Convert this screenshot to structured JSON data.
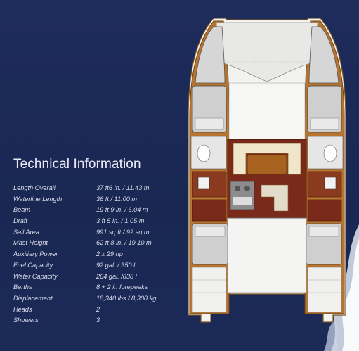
{
  "title": "Technical Information",
  "specs": [
    {
      "label": "Length Overall",
      "value": "37 ft6 in. / 11.43 m"
    },
    {
      "label": "Waterline Length",
      "value": "36 ft / 11.00 m"
    },
    {
      "label": "Beam",
      "value": "19 ft 9 in. / 6.04 m"
    },
    {
      "label": "Draft",
      "value": "3 ft 5 in. / 1.05 m"
    },
    {
      "label": "Sail Area",
      "value": "991 sq ft / 92 sq m"
    },
    {
      "label": "Mast Height",
      "value": "62 ft 8 in. / 19.10 m"
    },
    {
      "label": "Auxiliary Power",
      "value": "2 x 29 hp"
    },
    {
      "label": "Fuel Capacity",
      "value": "92 gal. / 350 l"
    },
    {
      "label": "Water Capacity",
      "value": "264 gal. /838 l"
    },
    {
      "label": "Berths",
      "value": "8 + 2 in forepeaks"
    },
    {
      "label": "Displacement",
      "value": "18,340 lbs / 8,300 kg"
    },
    {
      "label": "Heads",
      "value": "2"
    },
    {
      "label": "Showers",
      "value": "3"
    }
  ],
  "colors": {
    "background": "#1c2a58",
    "hull_wood": "#b8742e",
    "interior_red": "#7a2a1a",
    "bunk_grey": "#c9c9c9"
  }
}
